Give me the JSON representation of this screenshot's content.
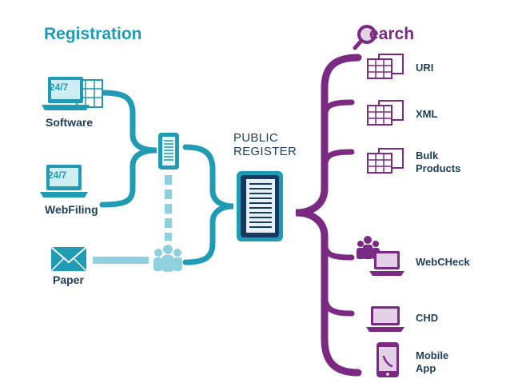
{
  "registration": {
    "title": "Registration",
    "software": {
      "label": "Software",
      "badge": "24/7",
      "icon": "laptop-spreadsheet-icon"
    },
    "webfiling": {
      "label": "WebFiling",
      "badge": "24/7",
      "icon": "laptop-icon"
    },
    "paper": {
      "label": "Paper",
      "icon": "envelope-icon"
    }
  },
  "register": {
    "line1": "PUBLIC",
    "line2": "REGISTER",
    "icon": "server-icon"
  },
  "search": {
    "title_rest": "earch",
    "items": [
      {
        "label": "URI",
        "icon": "table-grid-icon"
      },
      {
        "label": "XML",
        "icon": "table-grid-icon"
      },
      {
        "line1": "Bulk",
        "line2": "Products",
        "icon": "table-grid-icon"
      },
      {
        "label": "WebCHeck",
        "icon": "people-laptop-icon"
      },
      {
        "label": "CHD",
        "icon": "laptop-icon"
      },
      {
        "line1": "Mobile",
        "line2": "App",
        "icon": "smartphone-icon"
      }
    ]
  },
  "colors": {
    "teal": "#1f9bb4",
    "purple": "#7b2a83",
    "navy": "#1e3e57",
    "light_teal": "#8fd0de"
  }
}
